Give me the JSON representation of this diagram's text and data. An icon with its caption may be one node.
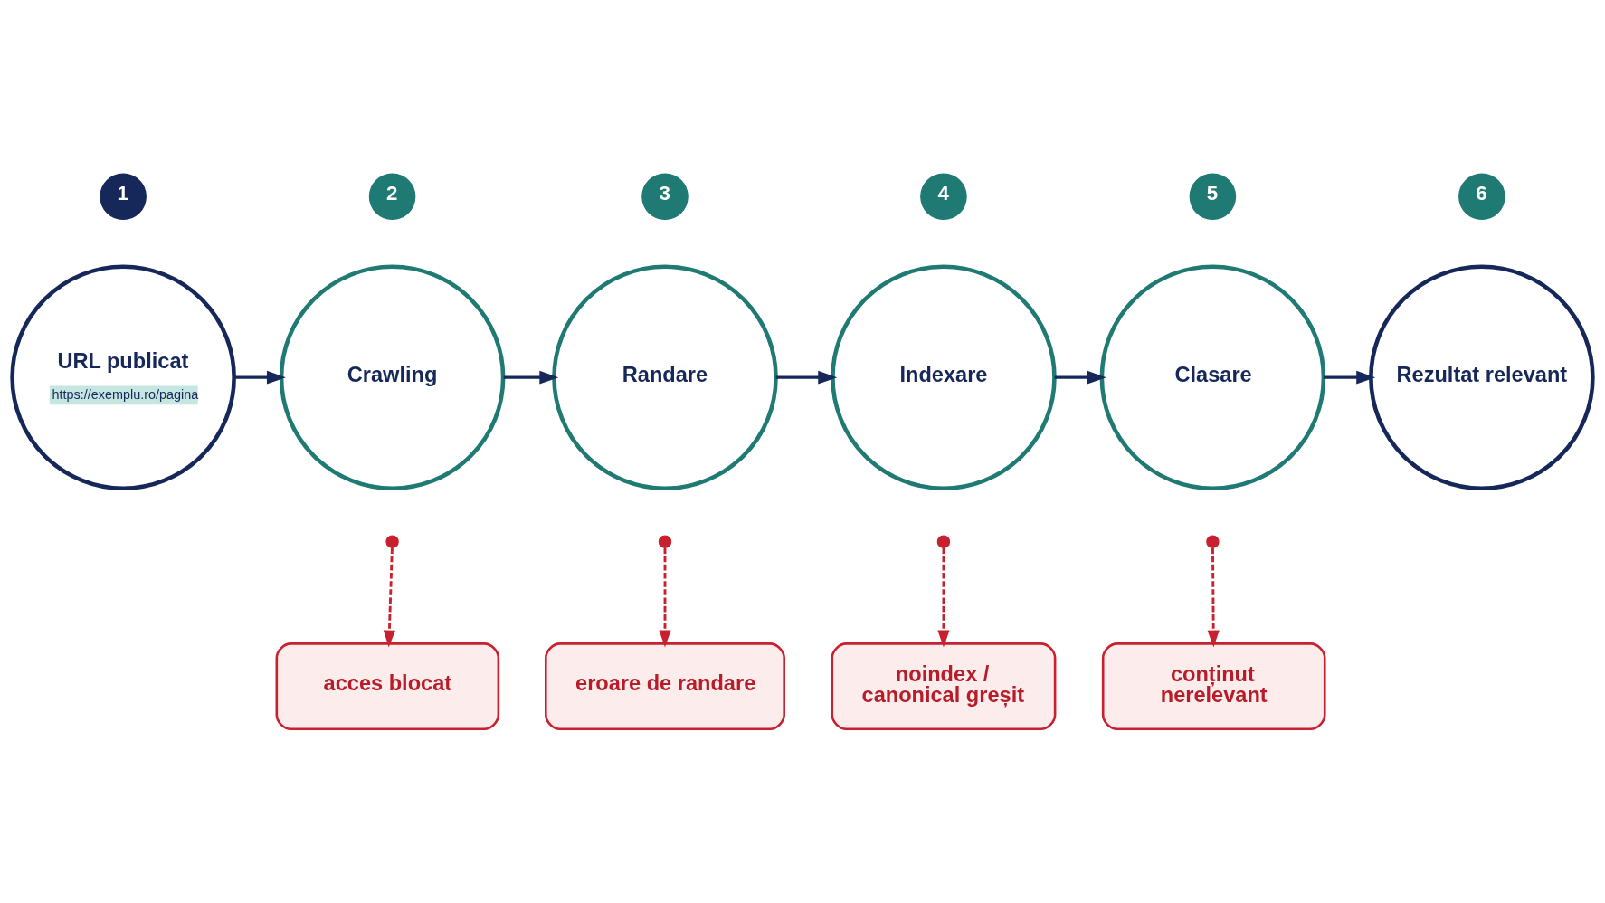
{
  "diagram": {
    "nodes": [
      {
        "text": [
          "1"
        ]
      },
      {
        "text": [
          "2"
        ]
      },
      {
        "text": [
          "3"
        ]
      },
      {
        "text": [
          "4"
        ]
      },
      {
        "text": [
          "5"
        ]
      },
      {
        "text": [
          "6"
        ]
      },
      {
        "text": [
          "URL publicat",
          "https://exemplu.ro/pagina"
        ]
      },
      {
        "text": [
          "Crawling"
        ]
      },
      {
        "text": [
          "Randare"
        ]
      },
      {
        "text": [
          "Indexare"
        ]
      },
      {
        "text": [
          "Clasare"
        ]
      },
      {
        "text": [
          "Rezultat relevant"
        ]
      },
      {
        "text": [],
        "shape": "circle"
      },
      {
        "text": [],
        "shape": "circle"
      },
      {
        "text": [],
        "shape": "circle"
      },
      {
        "text": [],
        "shape": "circle"
      },
      {
        "text": [
          "acces blocat"
        ]
      },
      {
        "text": [
          "eroare de randare"
        ]
      },
      {
        "text": [
          "noindex / canonical greșit"
        ]
      },
      {
        "text": [
          "conținut nerelevant"
        ]
      }
    ],
    "edges": [
      {
        "from": 6,
        "to": 7,
        "arrow": "to"
      },
      {
        "from": 7,
        "to": 8,
        "arrow": "to"
      },
      {
        "from": 8,
        "to": 9,
        "arrow": "to"
      },
      {
        "from": 9,
        "to": 10,
        "arrow": "to"
      },
      {
        "from": 10,
        "to": 11,
        "arrow": "to"
      },
      {
        "from": 12,
        "to": 16,
        "arrow": "to",
        "style": "dashed",
        "color": "#c8202e"
      },
      {
        "from": 13,
        "to": 17,
        "arrow": "to",
        "style": "dashed",
        "color": "#c8202e"
      },
      {
        "from": 14,
        "to": 18,
        "arrow": "to",
        "style": "dashed",
        "color": "#c8202e"
      },
      {
        "from": 15,
        "to": 19,
        "arrow": "to",
        "style": "dashed",
        "color": "#c8202e"
      }
    ]
  }
}
